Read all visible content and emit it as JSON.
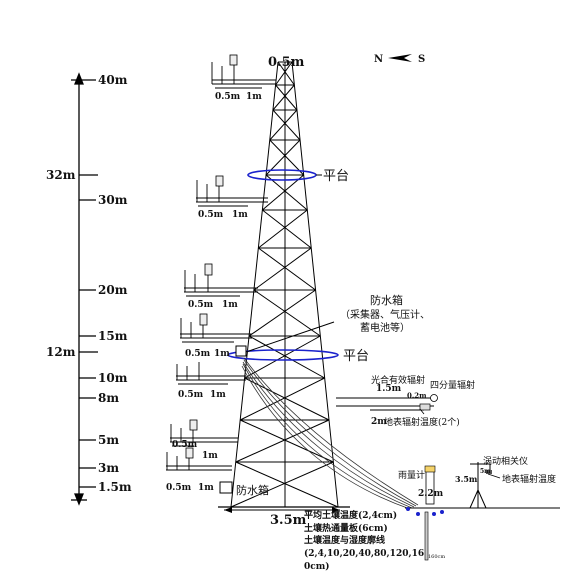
{
  "heights": {
    "h40": "40m",
    "h32": "32m",
    "h30": "30m",
    "h20": "20m",
    "h15": "15m",
    "h12": "12m",
    "h10": "10m",
    "h8": "8m",
    "h5": "5m",
    "h3": "3m",
    "h1_5": "1.5m"
  },
  "boom": {
    "half": "0.5m",
    "one": "1m",
    "one_half": "1.5m",
    "two": "2m",
    "two_two": "2.2m",
    "three_five": "3.5m",
    "small_2": "0.2m",
    "small_3": "5m"
  },
  "top_label": "0.5m",
  "compass": {
    "n": "N",
    "s": "S"
  },
  "platform_label": "平台",
  "box": {
    "label": "防水箱",
    "contents_1": "（采集器、气压计、",
    "contents_2": "蓄电池等）"
  },
  "box_bottom": "防水箱",
  "radiation": {
    "par": "光合有效辐射",
    "four": "四分量辐射",
    "surface_temp": "地表辐射温度(2个)"
  },
  "rain": "雨量计",
  "eddy": {
    "title": "涡动相关仪",
    "surface": "地表辐射温度"
  },
  "base_width": "3.5m",
  "soil": {
    "line1": "平均土壤温度(2,4cm)",
    "line2": "土壤热通量板(6cm)",
    "line3": "土壤温度与湿度廓线",
    "line4": "(2,4,10,20,40,80,120,16",
    "line5": "0cm)"
  },
  "depth_tick": "160cm"
}
